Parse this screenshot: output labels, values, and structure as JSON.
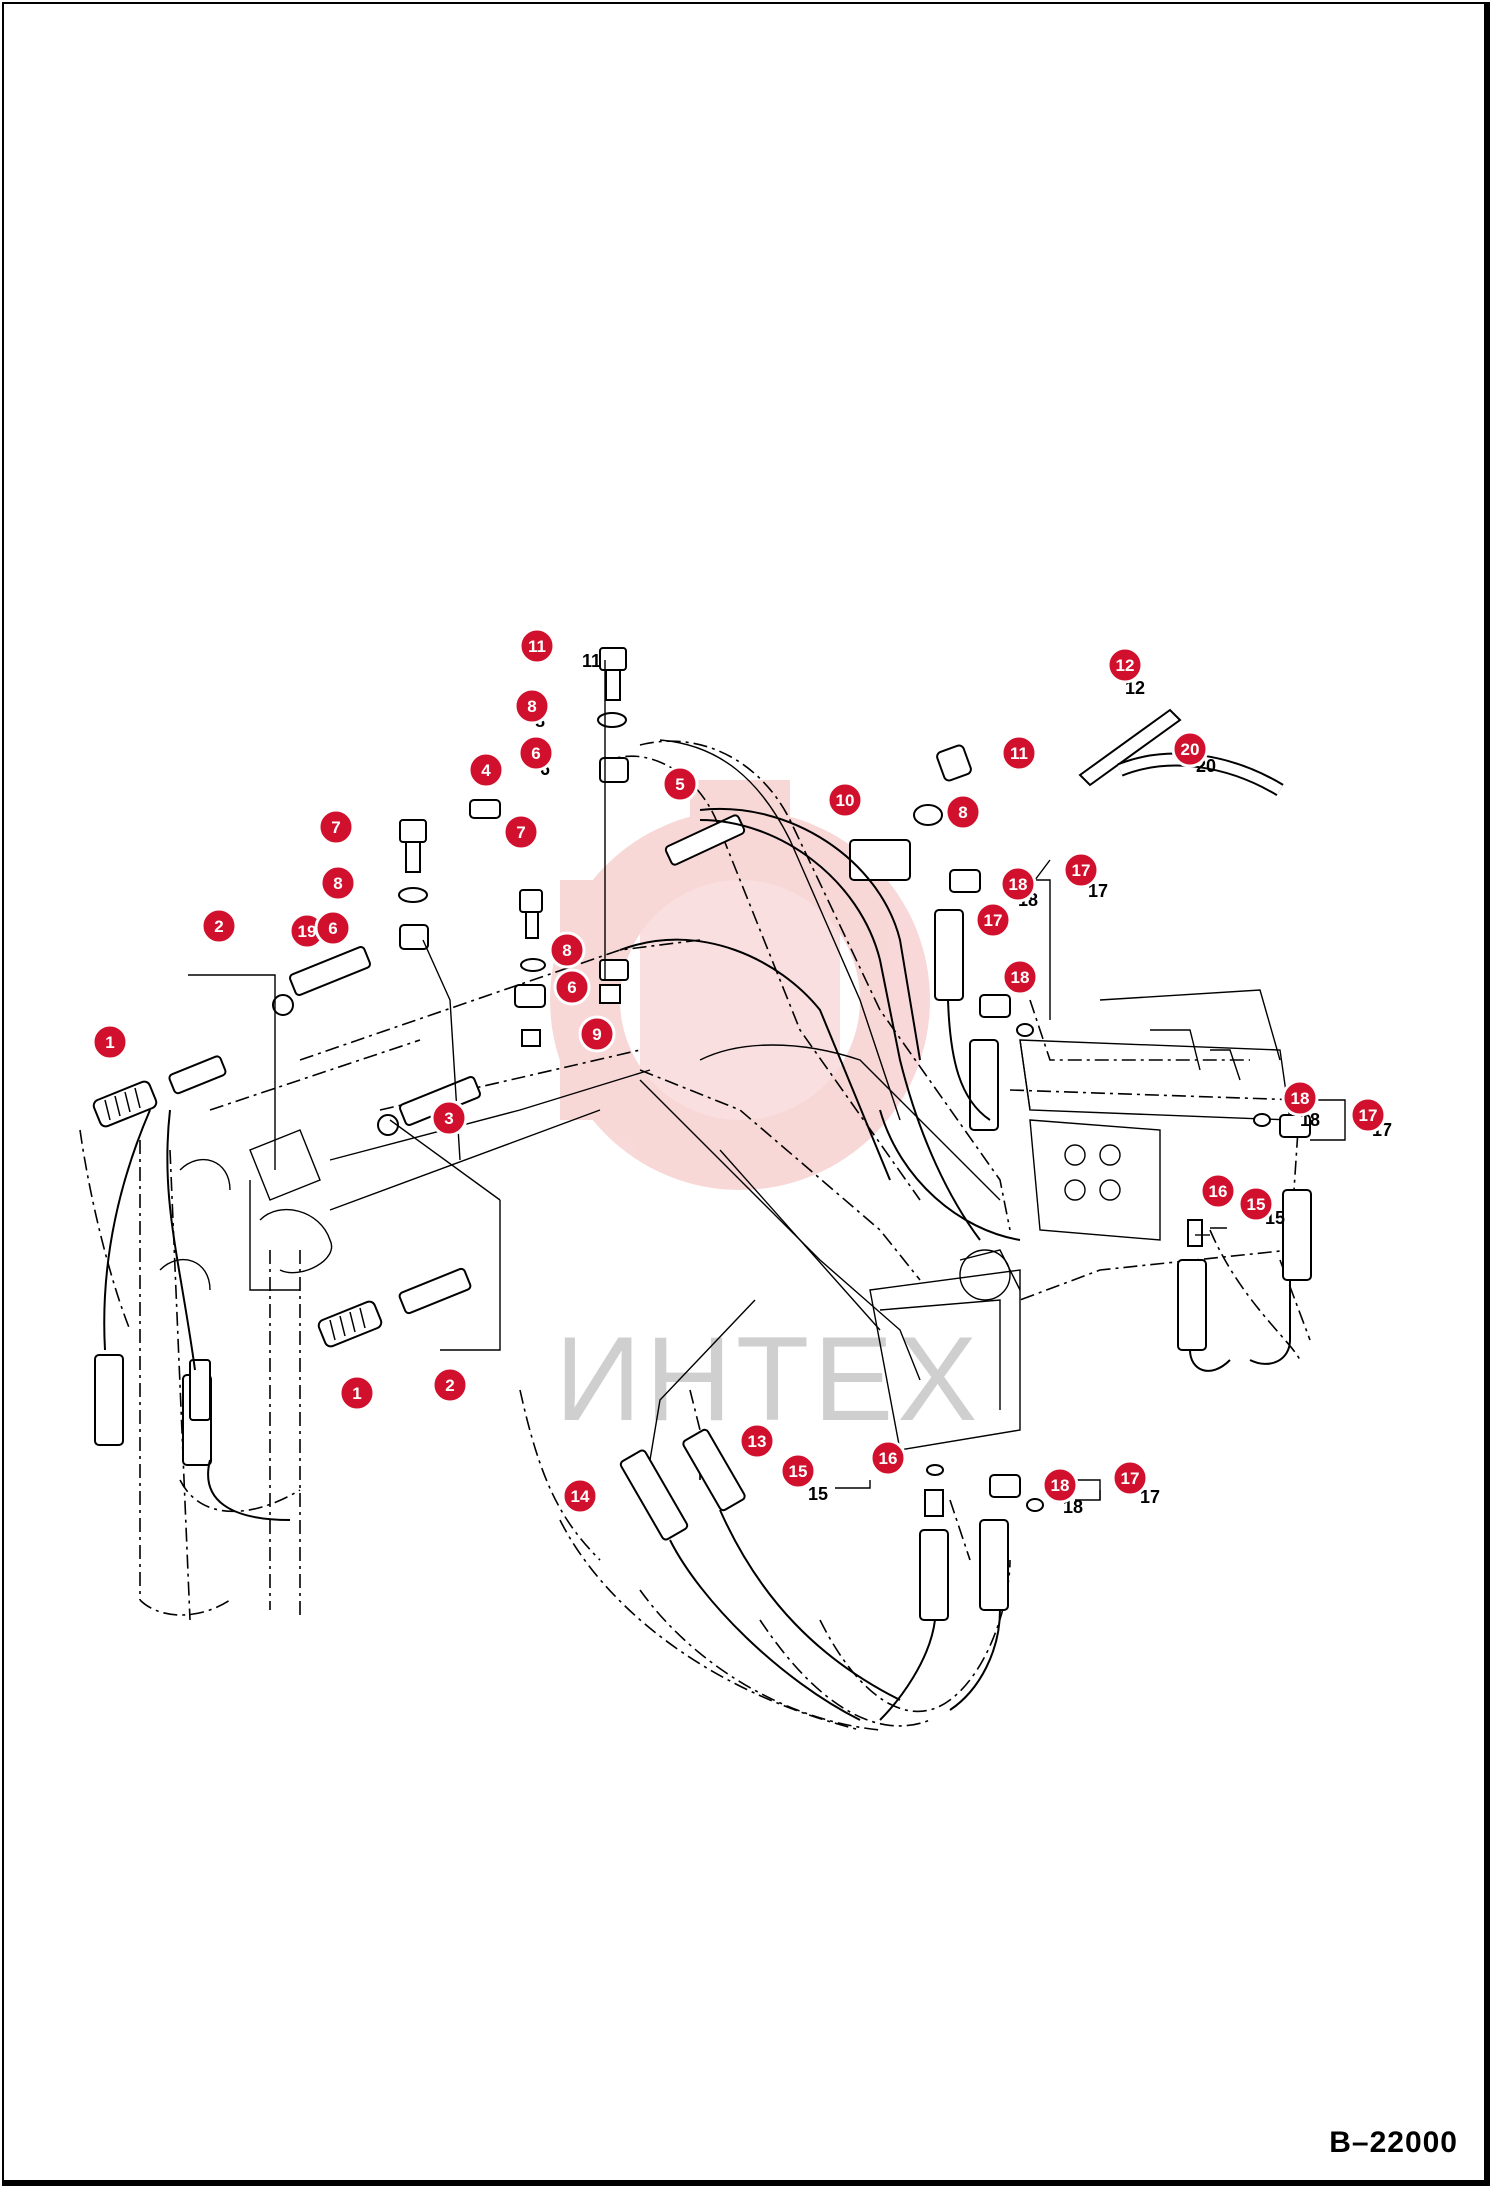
{
  "document": {
    "code": "B–22000",
    "watermark": "ИНТЕХ"
  },
  "colors": {
    "callout": "#d0102c",
    "watermark_logo": "#f3b8b8",
    "watermark_text": "#cfcfcf",
    "line": "#000000"
  },
  "callouts": [
    {
      "id": "c11a",
      "label": "11"
    },
    {
      "id": "c8a",
      "label": "8"
    },
    {
      "id": "c6a",
      "label": "6"
    },
    {
      "id": "c4",
      "label": "4"
    },
    {
      "id": "c5",
      "label": "5"
    },
    {
      "id": "c7a",
      "label": "7"
    },
    {
      "id": "c7b",
      "label": "7"
    },
    {
      "id": "c8b",
      "label": "8"
    },
    {
      "id": "c2a",
      "label": "2"
    },
    {
      "id": "c19",
      "label": "19"
    },
    {
      "id": "c6b",
      "label": "6"
    },
    {
      "id": "c8c",
      "label": "8"
    },
    {
      "id": "c6c",
      "label": "6"
    },
    {
      "id": "c9",
      "label": "9"
    },
    {
      "id": "c1a",
      "label": "1"
    },
    {
      "id": "c3",
      "label": "3"
    },
    {
      "id": "c10",
      "label": "10"
    },
    {
      "id": "c8d",
      "label": "8"
    },
    {
      "id": "c11b",
      "label": "11"
    },
    {
      "id": "c12",
      "label": "12"
    },
    {
      "id": "c20",
      "label": "20"
    },
    {
      "id": "c18a",
      "label": "18"
    },
    {
      "id": "c17a",
      "label": "17"
    },
    {
      "id": "c17b",
      "label": "17"
    },
    {
      "id": "c18b",
      "label": "18"
    },
    {
      "id": "c18c",
      "label": "18"
    },
    {
      "id": "c17c",
      "label": "17"
    },
    {
      "id": "c16a",
      "label": "16"
    },
    {
      "id": "c15a",
      "label": "15"
    },
    {
      "id": "c1b",
      "label": "1"
    },
    {
      "id": "c2b",
      "label": "2"
    },
    {
      "id": "c13",
      "label": "13"
    },
    {
      "id": "c15b",
      "label": "15"
    },
    {
      "id": "c16b",
      "label": "16"
    },
    {
      "id": "c14",
      "label": "14"
    },
    {
      "id": "c18d",
      "label": "18"
    },
    {
      "id": "c17d",
      "label": "17"
    }
  ],
  "printed_labels": [
    {
      "id": "l11a",
      "text": "11"
    },
    {
      "id": "l8a",
      "text": "8"
    },
    {
      "id": "l6a",
      "text": "6"
    },
    {
      "id": "l12",
      "text": "12"
    },
    {
      "id": "l20",
      "text": "20"
    },
    {
      "id": "l17a",
      "text": "17"
    },
    {
      "id": "l18a",
      "text": "18"
    },
    {
      "id": "l18b",
      "text": "18"
    },
    {
      "id": "l17b",
      "text": "17"
    },
    {
      "id": "l15a",
      "text": "15"
    },
    {
      "id": "l15b",
      "text": "15"
    },
    {
      "id": "l18c",
      "text": "18"
    },
    {
      "id": "l17c",
      "text": "17"
    }
  ]
}
